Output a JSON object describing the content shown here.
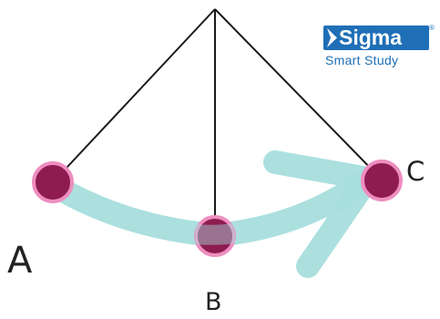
{
  "labels": {
    "a": "A",
    "b": "B",
    "c": "C"
  },
  "logo": {
    "brand": "Sigma",
    "mark": "®",
    "tagline": "Smart Study"
  },
  "colors": {
    "string": "#1a1a1a",
    "bob_fill": "#8e1c50",
    "bob_outline": "#ee8ec0",
    "swing_arrow": "#a6dedd",
    "logo_blue": "#1f6fb7",
    "text": "#222222"
  }
}
